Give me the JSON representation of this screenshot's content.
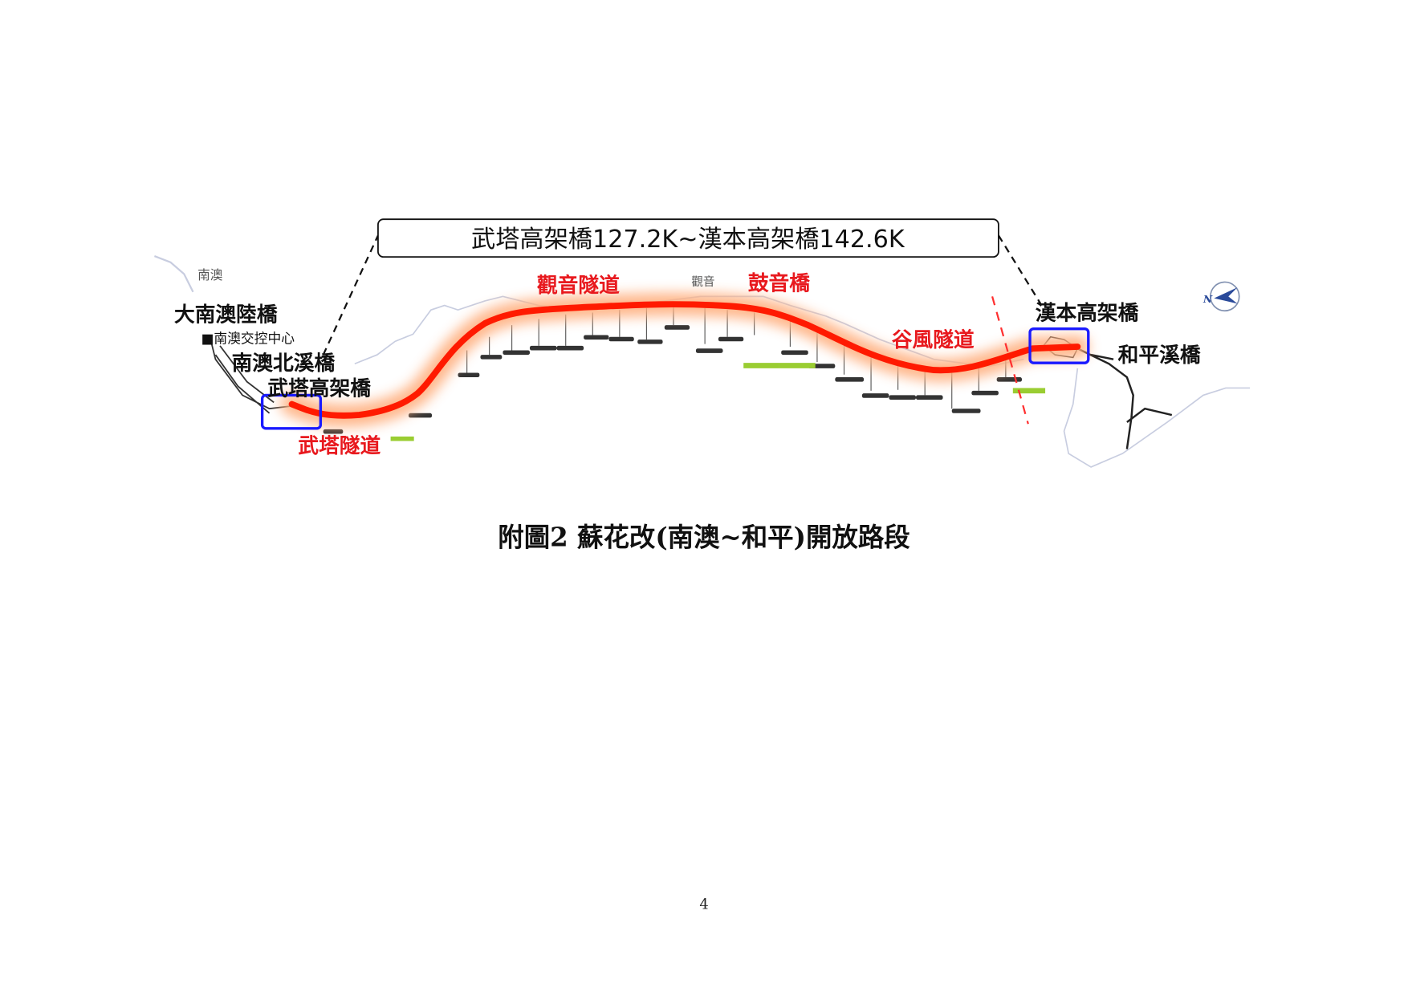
{
  "figure": {
    "callout": "武塔高架橋127.2K~漢本高架橋142.6K",
    "labels": {
      "nanao": "南澳",
      "da_nanao_bridge": "大南澳陸橋",
      "nanao_control_center": "■南澳交控中心",
      "nanao_north_creek_bridge": "南澳北溪橋",
      "wuta_viaduct": "武塔高架橋",
      "wuta_tunnel": "武塔隧道",
      "guanyin_tunnel": "觀音隧道",
      "guanyin": "觀音",
      "guyin_bridge": "鼓音橋",
      "gufeng_tunnel": "谷風隧道",
      "hanben_viaduct": "漢本高架橋",
      "heping_creek_bridge": "和平溪橋",
      "north_marker": "N"
    },
    "colors": {
      "route": "#ff1a00",
      "glow": "#ffb080",
      "highlight_box": "#1a1aff",
      "tunnel_label": "#e8191e",
      "river": "#c8cde0"
    }
  },
  "caption": "附圖2  蘇花改(南澳~和平)開放路段",
  "page_number": "4"
}
